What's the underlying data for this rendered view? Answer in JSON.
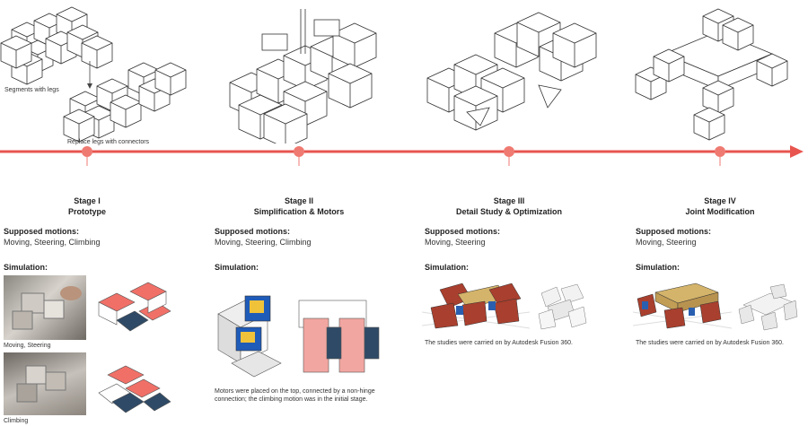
{
  "top_labels": {
    "segments": "Segments with legs",
    "replace": "Replace legs with connectors"
  },
  "timeline": {
    "color": "#e8554f",
    "dot_color": "#ef7a72"
  },
  "stages": [
    {
      "title_line1": "Stage I",
      "title_line2": "Prototype",
      "motions_heading": "Supposed motions:",
      "motions": "Moving, Steering, Climbing",
      "simulation_heading": "Simulation:",
      "captions": [
        "Moving, Steering",
        "Climbing"
      ]
    },
    {
      "title_line1": "Stage II",
      "title_line2": "Simplification & Motors",
      "motions_heading": "Supposed motions:",
      "motions": "Moving, Steering, Climbing",
      "simulation_heading": "Simulation:",
      "caption": "Motors were placed on the top, connected by a non-hinge connection; the climbing motion was in the initial stage."
    },
    {
      "title_line1": "Stage III",
      "title_line2": "Detail Study & Optimization",
      "motions_heading": "Supposed motions:",
      "motions": "Moving, Steering",
      "simulation_heading": "Simulation:",
      "caption": "The studies were carried on by Autodesk Fusion 360."
    },
    {
      "title_line1": "Stage IV",
      "title_line2": "Joint Modification",
      "motions_heading": "Supposed motions:",
      "motions": "Moving, Steering",
      "simulation_heading": "Simulation:",
      "caption": "The studies were carried on by Autodesk Fusion 360."
    }
  ]
}
